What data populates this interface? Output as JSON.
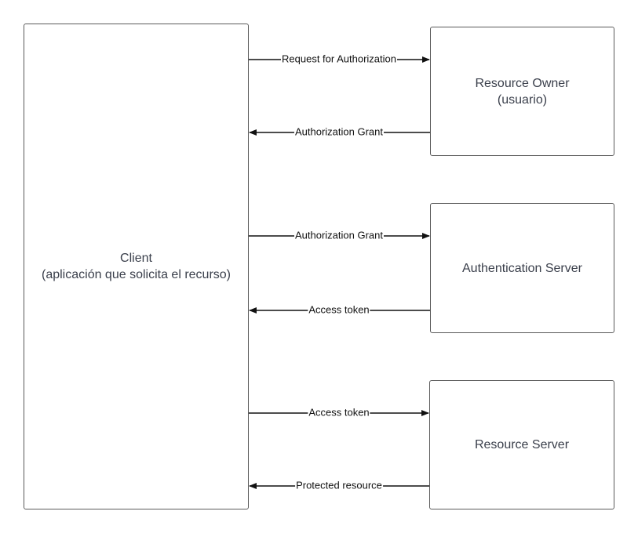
{
  "boxes": {
    "client": {
      "line1": "Client",
      "line2": "(aplicación que solicita el recurso)"
    },
    "resource_owner": {
      "line1": "Resource Owner",
      "line2": "(usuario)"
    },
    "auth_server": {
      "line1": "Authentication Server"
    },
    "resource_server": {
      "line1": "Resource Server"
    }
  },
  "arrows": [
    {
      "label": "Request for Authorization",
      "from": "Client",
      "to": "Resource Owner"
    },
    {
      "label": "Authorization Grant",
      "from": "Resource Owner",
      "to": "Client"
    },
    {
      "label": "Authorization Grant",
      "from": "Client",
      "to": "Authentication Server"
    },
    {
      "label": "Access token",
      "from": "Authentication Server",
      "to": "Client"
    },
    {
      "label": "Access token",
      "from": "Client",
      "to": "Resource Server"
    },
    {
      "label": "Protected resource",
      "from": "Resource Server",
      "to": "Client"
    }
  ],
  "colors": {
    "box_border": "#5a5a5a",
    "box_text": "#3a3f4b",
    "arrow": "#111111"
  }
}
